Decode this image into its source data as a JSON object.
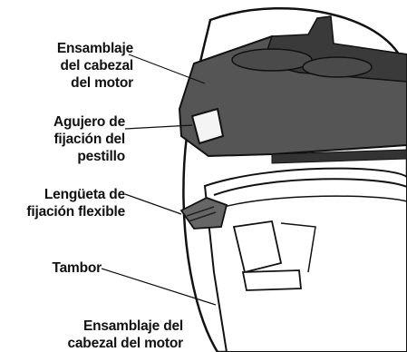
{
  "labels": {
    "motor_assembly": "Ensamblaje\ndel cabezal\ndel motor",
    "latch_hole": "Agujero de\nfijación del\npestillo",
    "flex_tab": "Lengüeta de\nfijación flexible",
    "drum": "Tambor",
    "bottom_caption": "Ensamblaje del\ncabezal del motor"
  },
  "colors": {
    "ink": "#111111",
    "head_fill": "#555555",
    "head_dark": "#333333",
    "tab_fill": "#666666",
    "background": "#ffffff"
  }
}
